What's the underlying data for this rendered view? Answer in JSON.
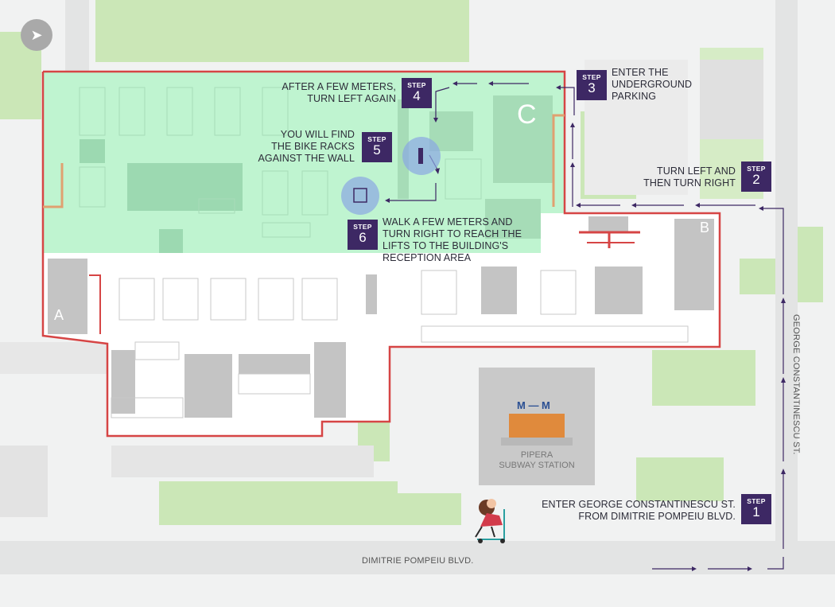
{
  "colors": {
    "route_arrow": "#3d2864",
    "step_badge": "#3d2864",
    "site_outline": "#d64545",
    "highlight_zone": "#bdf5cf",
    "green_space": "#cbe7b7",
    "building": "#c6c6c6"
  },
  "steps": [
    {
      "badge": "STEP",
      "number": "1",
      "lines": [
        "ENTER GEORGE CONSTANTINESCU ST.",
        "FROM DIMITRIE POMPEIU BLVD."
      ]
    },
    {
      "badge": "STEP",
      "number": "2",
      "lines": [
        "TURN LEFT AND",
        "THEN TURN RIGHT"
      ]
    },
    {
      "badge": "STEP",
      "number": "3",
      "lines": [
        "ENTER THE",
        "UNDERGROUND",
        "PARKING"
      ]
    },
    {
      "badge": "STEP",
      "number": "4",
      "lines": [
        "AFTER A FEW METERS,",
        "TURN LEFT AGAIN"
      ]
    },
    {
      "badge": "STEP",
      "number": "5",
      "lines": [
        "YOU WILL FIND",
        "THE BIKE RACKS",
        "AGAINST THE WALL"
      ]
    },
    {
      "badge": "STEP",
      "number": "6",
      "lines": [
        "WALK A FEW METERS AND",
        "TURN RIGHT TO REACH THE",
        "LIFTS TO THE BUILDING'S",
        "RECEPTION AREA"
      ]
    }
  ],
  "buildings": {
    "a": "A",
    "b": "B",
    "c": "C"
  },
  "streets": {
    "bottom": "DIMITRIE POMPEIU BLVD.",
    "right": "GEORGE CONSTANTINESCU ST."
  },
  "station": {
    "logo": "M — M",
    "line1": "PIPERA",
    "line2": "SUBWAY STATION"
  },
  "icons": {
    "compass": "compass-arrow-icon",
    "bike": "bike-rack-icon",
    "lift": "lift-icon",
    "person": "scooter-rider-icon"
  }
}
